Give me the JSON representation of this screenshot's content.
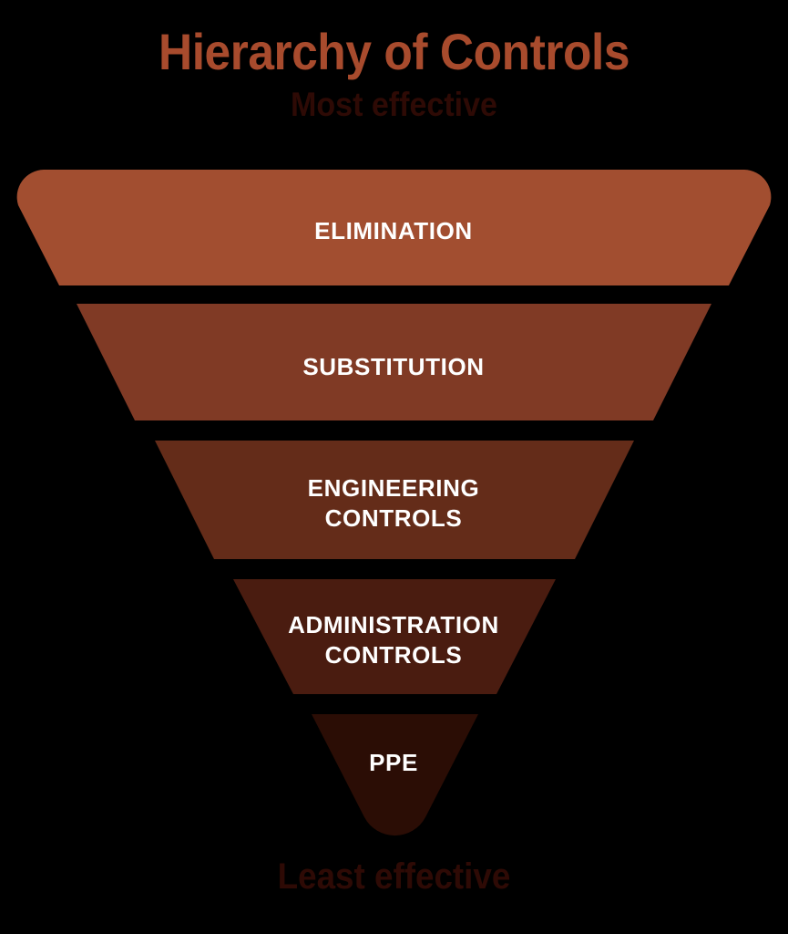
{
  "page": {
    "background_color": "#000000",
    "title": "Hierarchy of Controls",
    "title_color": "#A84B2D",
    "top_caption": "Most effective",
    "bottom_caption": "Least effective",
    "caption_color": "#2E0A05"
  },
  "funnel": {
    "label_color": "#FFFFFF",
    "segments": [
      {
        "id": "elimination",
        "label": "ELIMINATION",
        "line1": "ELIMINATION",
        "line2": "",
        "color": "#A24E30",
        "rank": 1,
        "effectiveness": "Most effective"
      },
      {
        "id": "substitution",
        "label": "SUBSTITUTION",
        "line1": "SUBSTITUTION",
        "line2": "",
        "color": "#803A25",
        "rank": 2,
        "effectiveness": ""
      },
      {
        "id": "engineering-controls",
        "label": "ENGINEERING CONTROLS",
        "line1": "ENGINEERING",
        "line2": "CONTROLS",
        "color": "#642C19",
        "rank": 3,
        "effectiveness": ""
      },
      {
        "id": "administration-controls",
        "label": "ADMINISTRATION CONTROLS",
        "line1": "ADMINISTRATION",
        "line2": "CONTROLS",
        "color": "#4A1C10",
        "rank": 4,
        "effectiveness": ""
      },
      {
        "id": "ppe",
        "label": "PPE",
        "line1": "PPE",
        "line2": "",
        "color": "#2B0D05",
        "rank": 5,
        "effectiveness": "Least effective"
      }
    ]
  },
  "chart_data": {
    "type": "funnel",
    "title": "Hierarchy of Controls",
    "orientation": "inverted-pyramid",
    "categories": [
      "ELIMINATION",
      "SUBSTITUTION",
      "ENGINEERING CONTROLS",
      "ADMINISTRATION CONTROLS",
      "PPE"
    ],
    "values": [
      5,
      4,
      3,
      2,
      1
    ],
    "colors": [
      "#A24E30",
      "#803A25",
      "#642C19",
      "#4A1C10",
      "#2B0D05"
    ],
    "annotations": [
      "Most effective",
      "Least effective"
    ],
    "xlabel": "",
    "ylabel": "",
    "legend": "none",
    "grid": false
  }
}
